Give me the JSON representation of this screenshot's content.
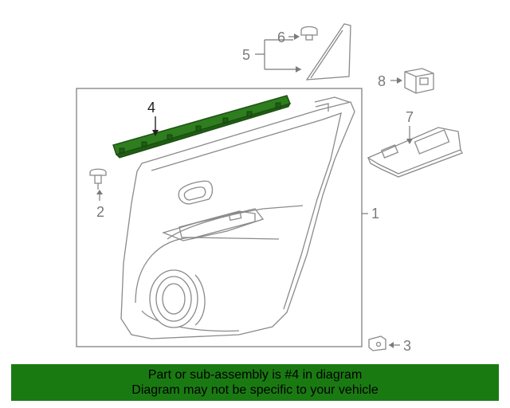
{
  "callouts": {
    "c1": "1",
    "c2": "2",
    "c3": "3",
    "c4": "4",
    "c5": "5",
    "c6": "6",
    "c7": "7",
    "c8": "8"
  },
  "footer": {
    "line1": "Part or sub-assembly is #4 in diagram",
    "line2": "Diagram may not be specific to your vehicle"
  },
  "colors": {
    "highlight_part": "#2e7d1e",
    "footer_bg": "#1a7a12",
    "line_gray": "#8a8a8a"
  }
}
